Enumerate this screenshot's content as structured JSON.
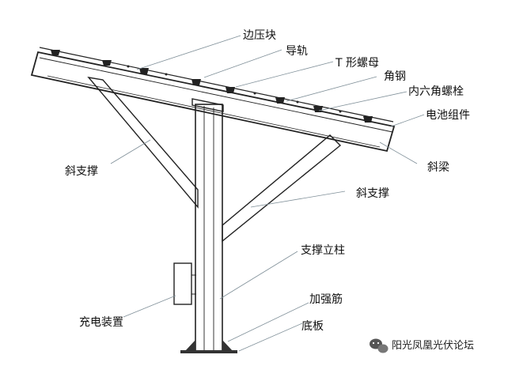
{
  "labels": {
    "edge_clamp": "边压块",
    "guide_rail": "导轨",
    "t_bolt": "T 形螺母",
    "angle_steel": "角钢",
    "hex_bolt": "内六角螺栓",
    "battery_module": "电池组件",
    "diagonal_beam": "斜梁",
    "diagonal_brace_left": "斜支撑",
    "diagonal_brace_right": "斜支撑",
    "support_column": "支撑立柱",
    "stiffener": "加强筋",
    "charger": "充电装置",
    "base_plate": "底板"
  },
  "watermark": {
    "text": "阳光凤凰光伏论坛"
  }
}
